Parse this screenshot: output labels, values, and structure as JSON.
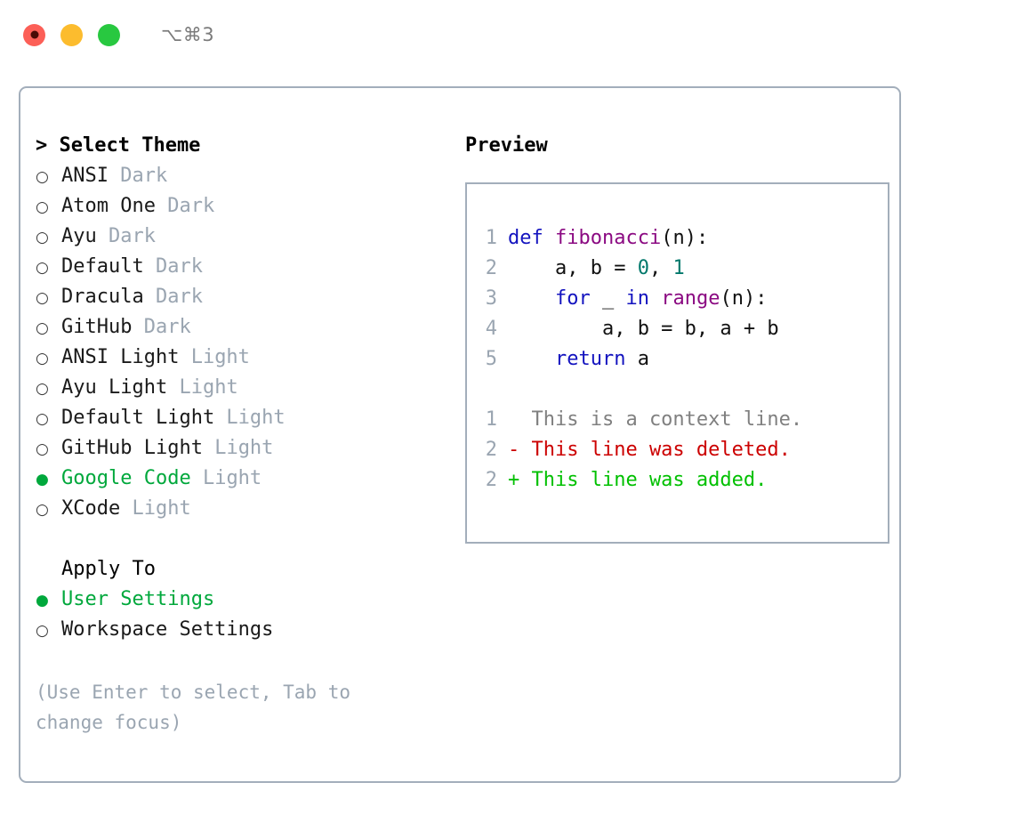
{
  "titlebar": {
    "shortcut": "⌥⌘3",
    "lights": [
      "close-red",
      "minimize-yellow",
      "maximize-green"
    ]
  },
  "theme_section": {
    "header": "> Select Theme",
    "items": [
      {
        "marker": "○",
        "name": "ANSI",
        "tag": "Dark",
        "selected": false
      },
      {
        "marker": "○",
        "name": "Atom One",
        "tag": "Dark",
        "selected": false
      },
      {
        "marker": "○",
        "name": "Ayu",
        "tag": "Dark",
        "selected": false
      },
      {
        "marker": "○",
        "name": "Default",
        "tag": "Dark",
        "selected": false
      },
      {
        "marker": "○",
        "name": "Dracula",
        "tag": "Dark",
        "selected": false
      },
      {
        "marker": "○",
        "name": "GitHub",
        "tag": "Dark",
        "selected": false
      },
      {
        "marker": "○",
        "name": "ANSI Light",
        "tag": "Light",
        "selected": false
      },
      {
        "marker": "○",
        "name": "Ayu Light",
        "tag": "Light",
        "selected": false
      },
      {
        "marker": "○",
        "name": "Default Light",
        "tag": "Light",
        "selected": false
      },
      {
        "marker": "○",
        "name": "GitHub Light",
        "tag": "Light",
        "selected": false
      },
      {
        "marker": "●",
        "name": "Google Code",
        "tag": "Light",
        "selected": true
      },
      {
        "marker": "○",
        "name": "XCode",
        "tag": "Light",
        "selected": false
      }
    ]
  },
  "apply_section": {
    "header": "Apply To",
    "items": [
      {
        "marker": "●",
        "name": "User Settings",
        "selected": true
      },
      {
        "marker": "○",
        "name": "Workspace Settings",
        "selected": false
      }
    ]
  },
  "hint": "(Use Enter to select, Tab to change focus)",
  "preview": {
    "title": "Preview",
    "code_lines": [
      {
        "no": "1",
        "tokens": [
          {
            "t": "def ",
            "c": "kw"
          },
          {
            "t": "fibonacci",
            "c": "fn"
          },
          {
            "t": "(n):",
            "c": "plain"
          }
        ]
      },
      {
        "no": "2",
        "tokens": [
          {
            "t": "    a, b = ",
            "c": "plain"
          },
          {
            "t": "0",
            "c": "num"
          },
          {
            "t": ", ",
            "c": "plain"
          },
          {
            "t": "1",
            "c": "num"
          }
        ]
      },
      {
        "no": "3",
        "tokens": [
          {
            "t": "    ",
            "c": "plain"
          },
          {
            "t": "for",
            "c": "kw"
          },
          {
            "t": " _ ",
            "c": "plain"
          },
          {
            "t": "in",
            "c": "kw"
          },
          {
            "t": " ",
            "c": "plain"
          },
          {
            "t": "range",
            "c": "fn"
          },
          {
            "t": "(n):",
            "c": "plain"
          }
        ]
      },
      {
        "no": "4",
        "tokens": [
          {
            "t": "        a, b = b, a + b",
            "c": "plain"
          }
        ]
      },
      {
        "no": "5",
        "tokens": [
          {
            "t": "    ",
            "c": "plain"
          },
          {
            "t": "return",
            "c": "kw"
          },
          {
            "t": " a",
            "c": "plain"
          }
        ]
      }
    ],
    "diff_lines": [
      {
        "no": "1",
        "text": "  This is a context line.",
        "kind": "ctx"
      },
      {
        "no": "2",
        "text": "- This line was deleted.",
        "kind": "del"
      },
      {
        "no": "2",
        "text": "+ This line was added.",
        "kind": "add"
      }
    ]
  },
  "colors": {
    "accent_green": "#00a83c",
    "border": "#a3aebb",
    "muted": "#9aa5b1",
    "diff_deleted": "#cc0000",
    "diff_added": "#00c000",
    "keyword": "#1313bf",
    "function": "#8b0a82",
    "number": "#00786b"
  }
}
